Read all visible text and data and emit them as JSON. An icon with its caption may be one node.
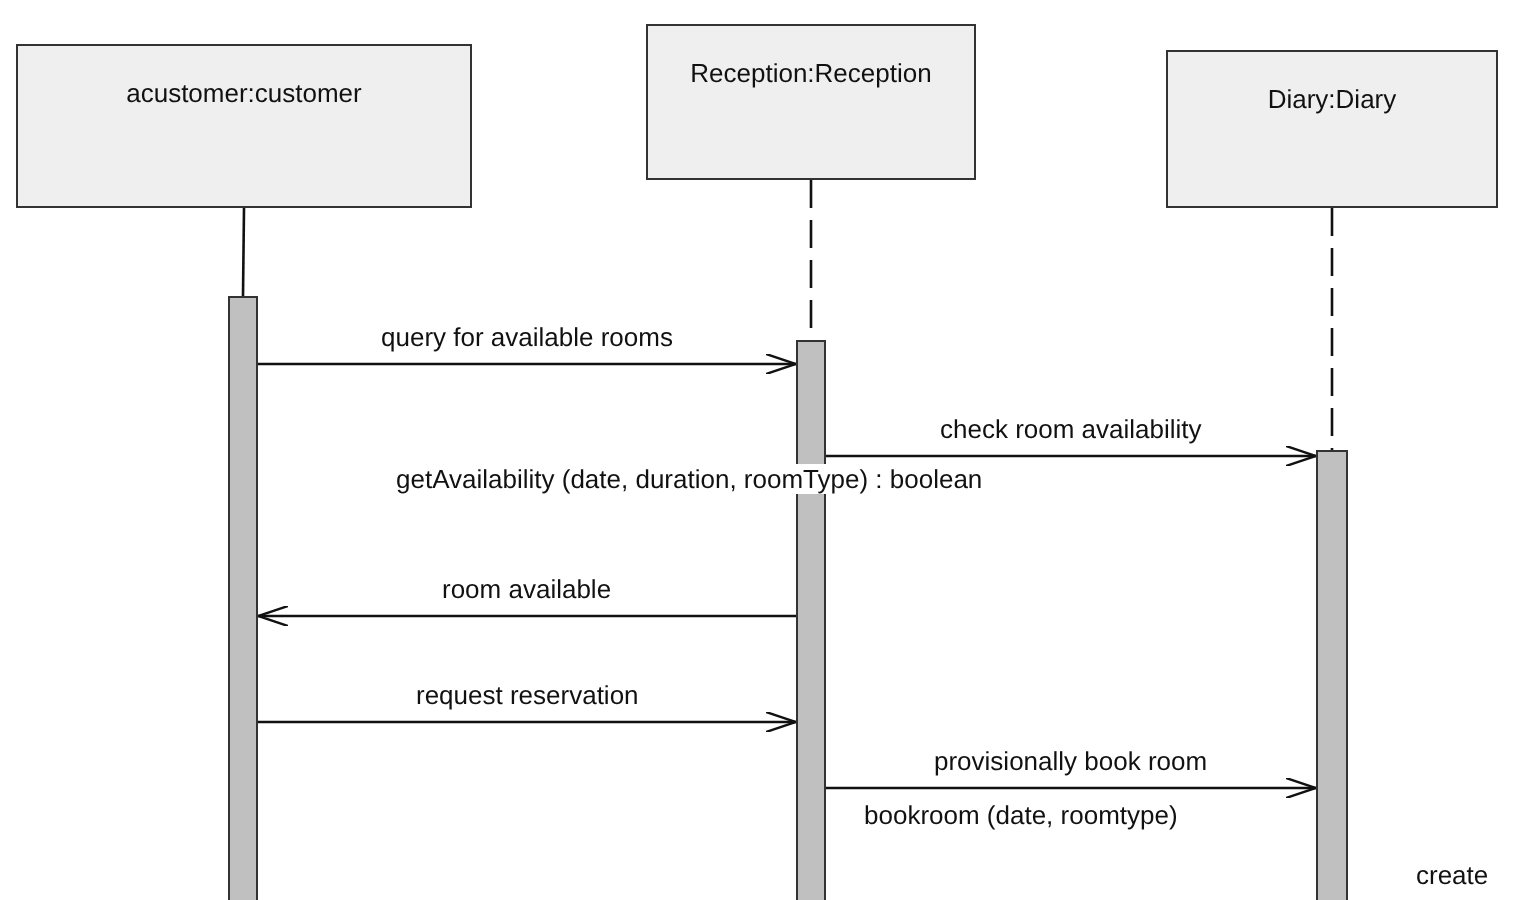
{
  "diagram": {
    "nodes": [
      {
        "text": [
          "acustomer:customer"
        ]
      },
      {
        "text": [
          "Reception:Reception"
        ]
      },
      {
        "text": [
          "Diary:Diary"
        ]
      },
      {
        "text": [],
        "shape": "bar"
      },
      {
        "text": [],
        "shape": "bar"
      },
      {
        "text": [],
        "shape": "bar"
      }
    ],
    "edges": [
      {
        "from": 0,
        "to": 3,
        "arrow": "none"
      },
      {
        "from": 1,
        "to": 4,
        "arrow": "none",
        "style": "dashed"
      },
      {
        "from": 2,
        "to": 5,
        "arrow": "none",
        "style": "dashed"
      },
      {
        "from": 3,
        "to": 4,
        "arrow": "to",
        "label": "query for available rooms"
      },
      {
        "from": 4,
        "to": 5,
        "arrow": "to",
        "label": "check room availability"
      },
      {
        "from": 4,
        "to": 3,
        "arrow": "to",
        "label": "room available"
      },
      {
        "from": 3,
        "to": 4,
        "arrow": "to",
        "label": "request reservation"
      },
      {
        "from": 4,
        "to": 5,
        "arrow": "to",
        "label": "provisionally book room"
      }
    ],
    "labels": [
      "getAvailability (date, duration, roomType) : boolean",
      "bookroom (date, roomtype)",
      "create"
    ]
  }
}
